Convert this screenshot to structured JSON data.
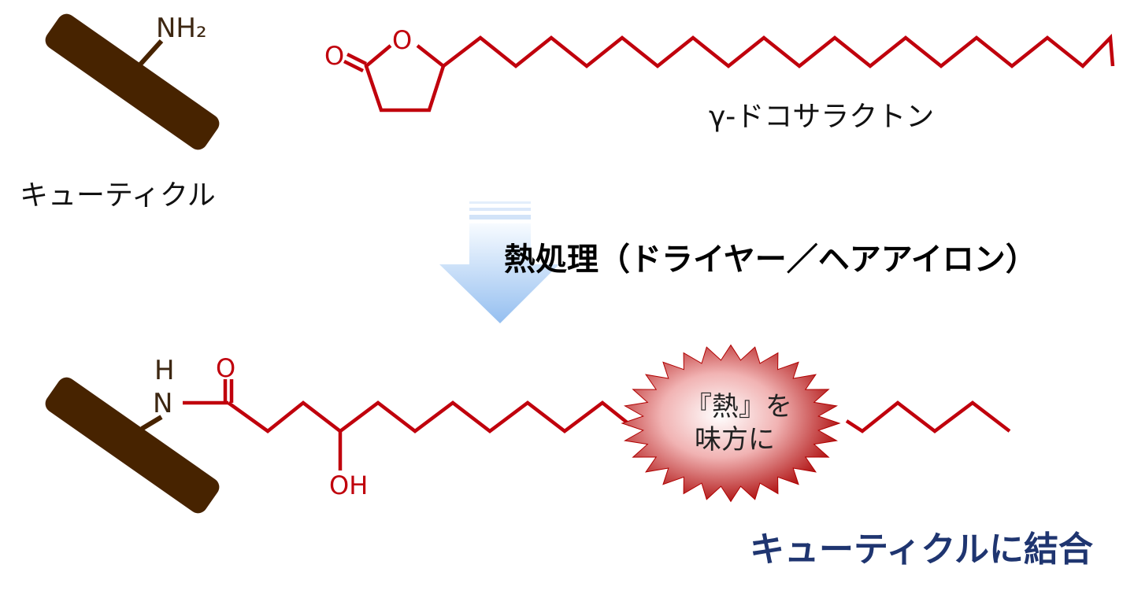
{
  "top": {
    "cuticle_label": "キューティクル",
    "amine_group": "NH₂",
    "lactone_name": "γ-ドコサラクトン",
    "lactone_ring_oxygen": "O",
    "lactone_carbonyl_oxygen": "O"
  },
  "process": {
    "label": "熱処理（ドライヤー／ヘアアイロン）"
  },
  "bottom": {
    "amide_h": "H",
    "amide_n": "N",
    "carbonyl_oxygen": "O",
    "hydroxyl": "OH",
    "burst_line1": "『熱』を",
    "burst_line2": "味方に",
    "result_label": "キューティクルに結合"
  },
  "colors": {
    "cuticle_bar": "#472300",
    "molecule": "#c0000c",
    "result_text": "#1f3570",
    "arrow_top": "#f5f9ff",
    "arrow_bottom": "#9cc3f0"
  }
}
